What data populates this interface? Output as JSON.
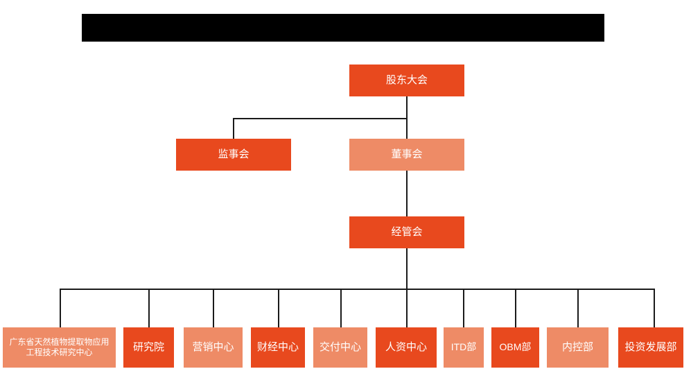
{
  "chart": {
    "type": "org-chart",
    "title_banner": "",
    "background_color": "#ffffff",
    "colors": {
      "dark_orange": "#E8491E",
      "light_salmon": "#EE8B66",
      "connector": "#1a1a1a",
      "banner": "#000000",
      "text": "#ffffff"
    },
    "levels": [
      {
        "level": 1,
        "nodes": [
          {
            "label": "股东大会",
            "tone": "dark"
          }
        ]
      },
      {
        "level": 2,
        "nodes": [
          {
            "label": "监事会",
            "tone": "dark"
          },
          {
            "label": "董事会",
            "tone": "light"
          }
        ]
      },
      {
        "level": 3,
        "nodes": [
          {
            "label": "经管会",
            "tone": "dark"
          }
        ]
      },
      {
        "level": 4,
        "nodes": [
          {
            "label": "广东省天然植物提取物应用工程技术研究中心",
            "tone": "light"
          },
          {
            "label": "研究院",
            "tone": "dark"
          },
          {
            "label": "营销中心",
            "tone": "light"
          },
          {
            "label": "财经中心",
            "tone": "dark"
          },
          {
            "label": "交付中心",
            "tone": "light"
          },
          {
            "label": "人资中心",
            "tone": "dark"
          },
          {
            "label": "ITD部",
            "tone": "light"
          },
          {
            "label": "OBM部",
            "tone": "dark"
          },
          {
            "label": "内控部",
            "tone": "light"
          },
          {
            "label": "投资发展部",
            "tone": "dark"
          }
        ]
      }
    ]
  },
  "nodes": {
    "shareholders_meeting": "股东大会",
    "board_of_supervisors": "监事会",
    "board_of_directors": "董事会",
    "management_committee": "经管会",
    "dept_1": "广东省天然植物提取物应用工程技术研究中心",
    "dept_2": "研究院",
    "dept_3": "营销中心",
    "dept_4": "财经中心",
    "dept_5": "交付中心",
    "dept_6": "人资中心",
    "dept_7": "ITD部",
    "dept_8": "OBM部",
    "dept_9": "内控部",
    "dept_10": "投资发展部"
  }
}
